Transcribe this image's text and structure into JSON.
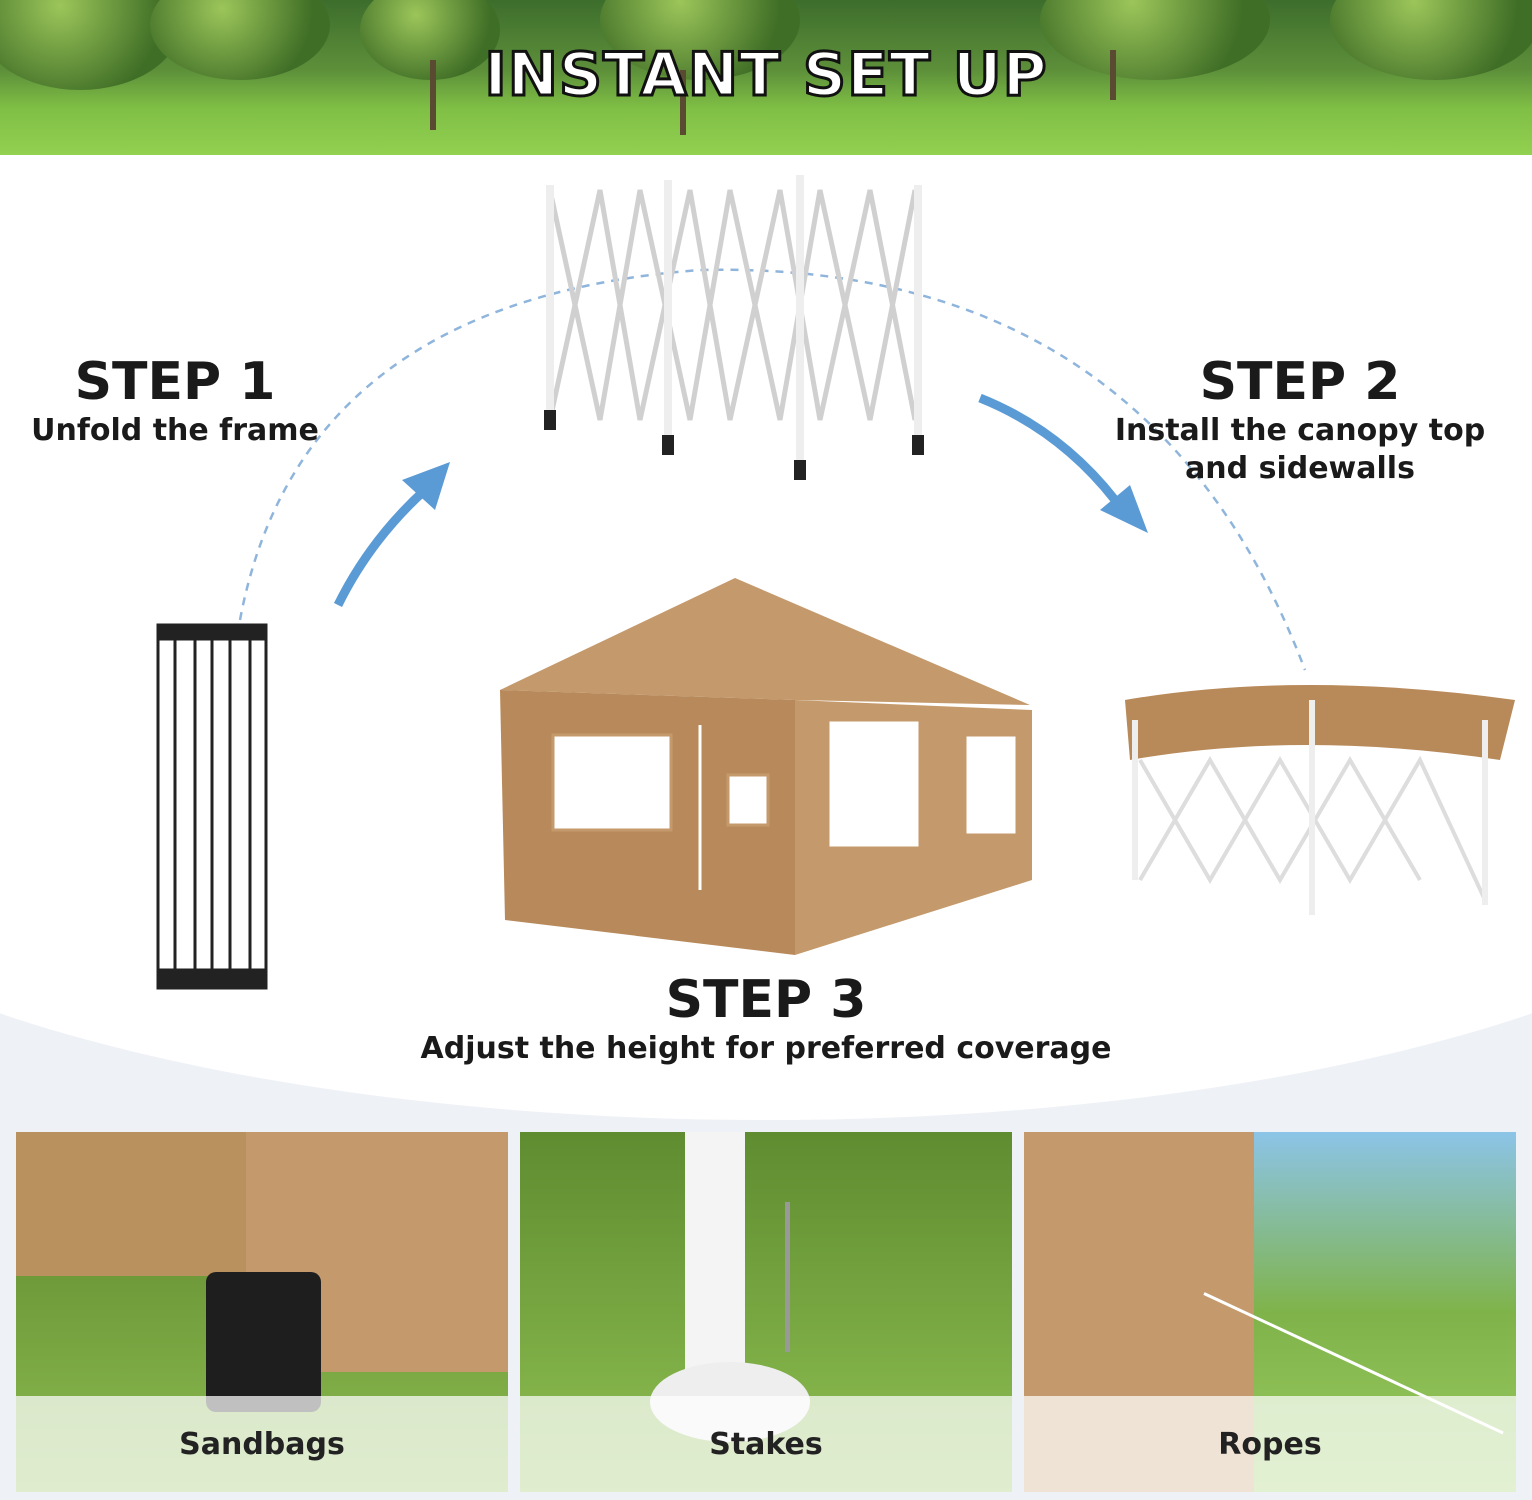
{
  "title": "INSTANT SET UP",
  "steps": [
    {
      "heading": "STEP 1",
      "desc": "Unfold the frame"
    },
    {
      "heading": "STEP 2",
      "desc_line1": "Install the canopy top",
      "desc_line2": "and sidewalls"
    },
    {
      "heading": "STEP 3",
      "desc": "Adjust the height for preferred coverage"
    }
  ],
  "accessories": [
    {
      "label": "Sandbags"
    },
    {
      "label": "Stakes"
    },
    {
      "label": "Ropes"
    }
  ],
  "colors": {
    "canopy": "#c49a6c",
    "arrow": "#5b9bd5",
    "grass": "#7fbf45"
  }
}
